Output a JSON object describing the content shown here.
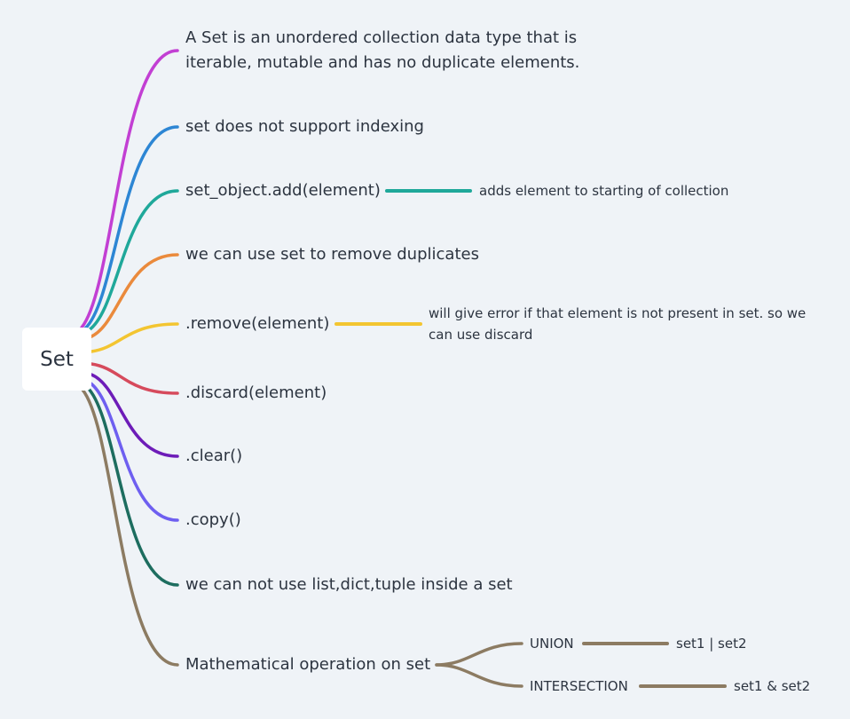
{
  "root": {
    "label": "Set"
  },
  "branches": [
    {
      "id": "b1",
      "label": "A Set is an unordered collection data type that is iterable, mutable and has no duplicate elements.",
      "color": "#c23fd3"
    },
    {
      "id": "b2",
      "label": "set does not support indexing",
      "color": "#2d86d4"
    },
    {
      "id": "b3",
      "label": "set_object.add(element)",
      "color": "#1fa89a",
      "detail": "adds element to starting of collection"
    },
    {
      "id": "b4",
      "label": "we can use set to remove duplicates",
      "color": "#ea8a3c"
    },
    {
      "id": "b5",
      "label": ".remove(element)",
      "color": "#f3c531",
      "detail": "will give error if that element is not present in set. so we can use discard"
    },
    {
      "id": "b6",
      "label": ".discard(element)",
      "color": "#d64a5c"
    },
    {
      "id": "b7",
      "label": ".clear()",
      "color": "#6d1cb8"
    },
    {
      "id": "b8",
      "label": ".copy()",
      "color": "#6e5ff0"
    },
    {
      "id": "b9",
      "label": "we can not use list,dict,tuple inside a set",
      "color": "#1d6d5f"
    },
    {
      "id": "b10",
      "label": "Mathematical operation on set",
      "color": "#8c7b62",
      "children": [
        {
          "id": "union",
          "label": "UNION",
          "detail": "set1 | set2"
        },
        {
          "id": "intersection",
          "label": "INTERSECTION",
          "detail": "set1 & set2"
        }
      ]
    }
  ]
}
